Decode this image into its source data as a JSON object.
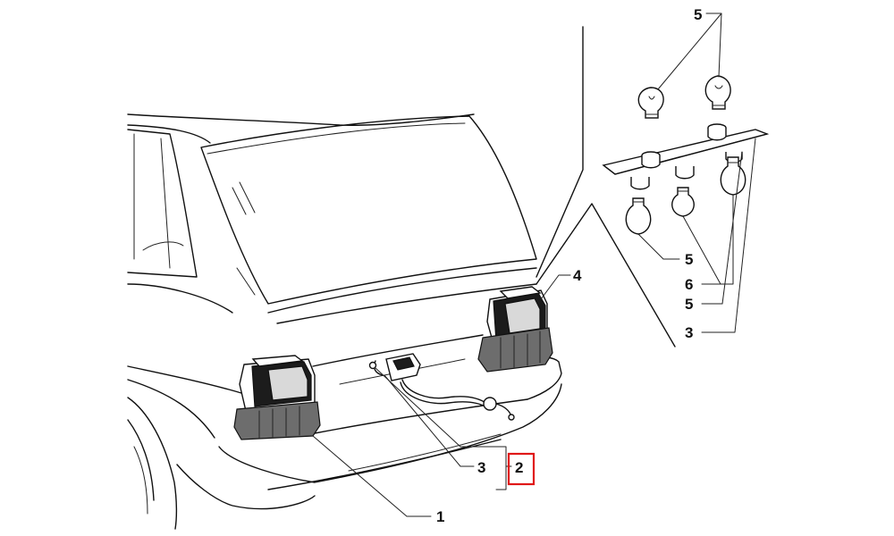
{
  "callouts": {
    "c1": "1",
    "c2": "2",
    "c3_left": "3",
    "c4": "4",
    "c5_top": "5",
    "c5_mid": "5",
    "c6": "6",
    "c5_low": "5",
    "c3_right": "3"
  },
  "colors": {
    "line": "#111111",
    "highlight": "#e01818",
    "background": "#ffffff"
  }
}
